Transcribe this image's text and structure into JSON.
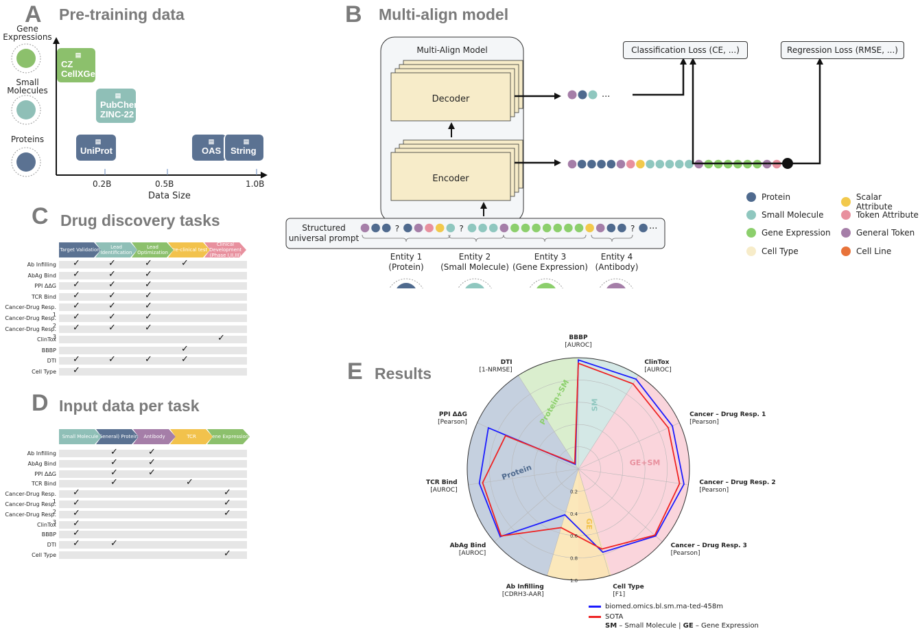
{
  "panelA": {
    "letter": "A",
    "title": "Pre-training data",
    "y_categories": [
      {
        "label": "Gene\nExpressions",
        "lines": [
          "Gene",
          "Expressions"
        ]
      },
      {
        "label": "Small\nMolecules",
        "lines": [
          "Small",
          "Molecules"
        ]
      },
      {
        "label": "Proteins",
        "lines": [
          "Proteins"
        ]
      }
    ],
    "x_label": "Data Size",
    "x_ticks": [
      "0.2B",
      "0.5B",
      "1.0B"
    ],
    "sources": [
      {
        "line1": "CZ",
        "line2": "CellXGene",
        "color": "#8cc06c",
        "category": "Gene Expressions"
      },
      {
        "line1": "PubChem",
        "line2": "ZINC-22",
        "color": "#8fbfb7",
        "category": "Small Molecules"
      },
      {
        "line1": "UniProt",
        "line2": "",
        "color": "#5b7292",
        "category": "Proteins"
      },
      {
        "line1": "OAS",
        "line2": "",
        "color": "#5b7292",
        "category": "Proteins"
      },
      {
        "line1": "String",
        "line2": "",
        "color": "#5b7292",
        "category": "Proteins"
      }
    ]
  },
  "panelB": {
    "letter": "B",
    "title": "Multi-align model",
    "model_title": "Multi-Align Model",
    "decoder_label": "Decoder",
    "encoder_label": "Encoder",
    "ellipsis": "...",
    "loss_classification": "Classification Loss (CE, ...)",
    "loss_regression": "Regression Loss (RMSE, ...)",
    "prompt_label_line1": "Structured",
    "prompt_label_line2": "universal prompt",
    "prompt_q": "?",
    "entities": [
      {
        "line1": "Entity 1",
        "line2": "(Protein)"
      },
      {
        "line1": "Entity 2",
        "line2": "(Small Molecule)"
      },
      {
        "line1": "Entity 3",
        "line2": "(Gene Expression)"
      },
      {
        "line1": "Entity 4",
        "line2": "(Antibody)"
      }
    ],
    "legend": [
      {
        "label": "Protein",
        "color": "#4f6a8e"
      },
      {
        "label": "Scalar Attribute",
        "color": "#f2c94c"
      },
      {
        "label": "Small Molecule",
        "color": "#8fc7bf"
      },
      {
        "label": "Token Attribute",
        "color": "#e8909e"
      },
      {
        "label": "Gene Expression",
        "color": "#8ccf6c"
      },
      {
        "label": "General Token",
        "color": "#a57ea8"
      },
      {
        "label": "Cell Type",
        "color": "#f7ecc9"
      },
      {
        "label": "Cell Line",
        "color": "#e8733a"
      }
    ],
    "colors": {
      "protein": "#4f6a8e",
      "small_molecule": "#8fc7bf",
      "gene": "#8ccf6c",
      "general": "#a57ea8",
      "token_attr": "#e8909e",
      "scalar": "#f2c94c",
      "block": "#f7ecc9"
    }
  },
  "panelC": {
    "letter": "C",
    "title": "Drug discovery tasks",
    "stages": [
      {
        "label": "Target Validation",
        "color": "#5b7292"
      },
      {
        "label": "Lead Identification",
        "color": "#8fbfb7"
      },
      {
        "label": "Lead Optimization",
        "color": "#8cc06c"
      },
      {
        "label": "Pre-clinical test",
        "color": "#f2c24c"
      },
      {
        "label": "Clinical Development (Phase I,II,III)",
        "color": "#e8909e"
      }
    ],
    "check": "✓",
    "rows": [
      {
        "task": "Ab Infilling",
        "marks": [
          1,
          1,
          1,
          1,
          0
        ]
      },
      {
        "task": "AbAg Bind",
        "marks": [
          1,
          1,
          1,
          0,
          0
        ]
      },
      {
        "task": "PPI ΔΔG",
        "marks": [
          1,
          1,
          1,
          0,
          0
        ]
      },
      {
        "task": "TCR Bind",
        "marks": [
          1,
          1,
          1,
          0,
          0
        ]
      },
      {
        "task": "Cancer-Drug Resp. 1",
        "marks": [
          1,
          1,
          1,
          0,
          0
        ]
      },
      {
        "task": "Cancer-Drug Resp. 2",
        "marks": [
          1,
          1,
          1,
          0,
          0
        ]
      },
      {
        "task": "Cancer-Drug Resp. 3",
        "marks": [
          1,
          1,
          1,
          0,
          0
        ]
      },
      {
        "task": "ClinTox",
        "marks": [
          0,
          0,
          0,
          0,
          1
        ]
      },
      {
        "task": "BBBP",
        "marks": [
          0,
          0,
          0,
          1,
          0
        ]
      },
      {
        "task": "DTI",
        "marks": [
          1,
          1,
          1,
          1,
          0
        ]
      },
      {
        "task": "Cell Type",
        "marks": [
          1,
          0,
          0,
          0,
          0
        ]
      }
    ]
  },
  "panelD": {
    "letter": "D",
    "title": "Input data per task",
    "inputs": [
      {
        "label": "Small Molecule",
        "color": "#8fbfb7"
      },
      {
        "label": "(General) Protein",
        "color": "#5b7292"
      },
      {
        "label": "Antibody",
        "color": "#a57ea8"
      },
      {
        "label": "TCR",
        "color": "#f2c24c"
      },
      {
        "label": "Gene Expression",
        "color": "#8cc06c"
      }
    ],
    "check": "✓",
    "rows": [
      {
        "task": "Ab Infilling",
        "marks": [
          0,
          1,
          1,
          0,
          0
        ]
      },
      {
        "task": "AbAg Bind",
        "marks": [
          0,
          1,
          1,
          0,
          0
        ]
      },
      {
        "task": "PPI ΔΔG",
        "marks": [
          0,
          1,
          1,
          0,
          0
        ]
      },
      {
        "task": "TCR Bind",
        "marks": [
          0,
          1,
          0,
          1,
          0
        ]
      },
      {
        "task": "Cancer-Drug Resp. 1",
        "marks": [
          1,
          0,
          0,
          0,
          1
        ]
      },
      {
        "task": "Cancer-Drug Resp. 2",
        "marks": [
          1,
          0,
          0,
          0,
          1
        ]
      },
      {
        "task": "Cancer-Drug Resp. 3",
        "marks": [
          1,
          0,
          0,
          0,
          1
        ]
      },
      {
        "task": "ClinTox",
        "marks": [
          1,
          0,
          0,
          0,
          0
        ]
      },
      {
        "task": "BBBP",
        "marks": [
          1,
          0,
          0,
          0,
          0
        ]
      },
      {
        "task": "DTI",
        "marks": [
          1,
          1,
          0,
          0,
          0
        ]
      },
      {
        "task": "Cell Type",
        "marks": [
          0,
          0,
          0,
          0,
          1
        ]
      }
    ]
  },
  "panelE": {
    "letter": "E",
    "title": "Results",
    "legend": [
      {
        "label": "biomed.omics.bl.sm.ma-ted-458m",
        "color": "#1a1aff"
      },
      {
        "label": "SOTA",
        "color": "#ee2222"
      }
    ],
    "footnote_sm_key": "SM",
    "footnote_sm_text": " – Small Molecule  |  ",
    "footnote_ge_key": "GE",
    "footnote_ge_text": " – Gene Expression",
    "chart_data": {
      "type": "radar",
      "r_ticks": [
        "0.2",
        "0.4",
        "0.6",
        "0.8",
        "1.0"
      ],
      "axes": [
        {
          "name": "BBBP",
          "metric": "[AUROC]"
        },
        {
          "name": "ClinTox",
          "metric": "[AUROC]"
        },
        {
          "name": "Cancer – Drug Resp. 1",
          "metric": "[Pearson]"
        },
        {
          "name": "Cancer – Drug Resp. 2",
          "metric": "[Pearson]"
        },
        {
          "name": "Cancer – Drug Resp. 3",
          "metric": "[Pearson]"
        },
        {
          "name": "Cell Type",
          "metric": "[F1]"
        },
        {
          "name": "Ab Infilling",
          "metric": "[CDRH3-AAR]"
        },
        {
          "name": "AbAg Bind",
          "metric": "[AUROC]"
        },
        {
          "name": "TCR Bind",
          "metric": "[AUROC]"
        },
        {
          "name": "PPI ΔΔG",
          "metric": "[Pearson]"
        },
        {
          "name": "DTI",
          "metric": "[1-NRMSE]"
        }
      ],
      "series": [
        {
          "name": "biomed.omics.bl.sm.ma-ted-458m",
          "color": "#1a1aff",
          "values": [
            0.98,
            0.96,
            0.93,
            0.96,
            0.92,
            0.78,
            0.43,
            0.93,
            0.9,
            0.89,
            0.05
          ]
        },
        {
          "name": "SOTA",
          "color": "#ee2222",
          "values": [
            0.95,
            0.91,
            0.89,
            0.92,
            0.91,
            0.75,
            0.55,
            0.92,
            0.87,
            0.72,
            0.06
          ]
        }
      ],
      "sectors": [
        {
          "label": "SM",
          "color": "#cfe6e3"
        },
        {
          "label": "GE+SM",
          "color": "#f9d0d8"
        },
        {
          "label": "GE",
          "color": "#fbe6b4"
        },
        {
          "label": "Protein",
          "color": "#bfcbdb"
        },
        {
          "label": "Protein+SM",
          "color": "#d6ecc9"
        }
      ]
    }
  }
}
